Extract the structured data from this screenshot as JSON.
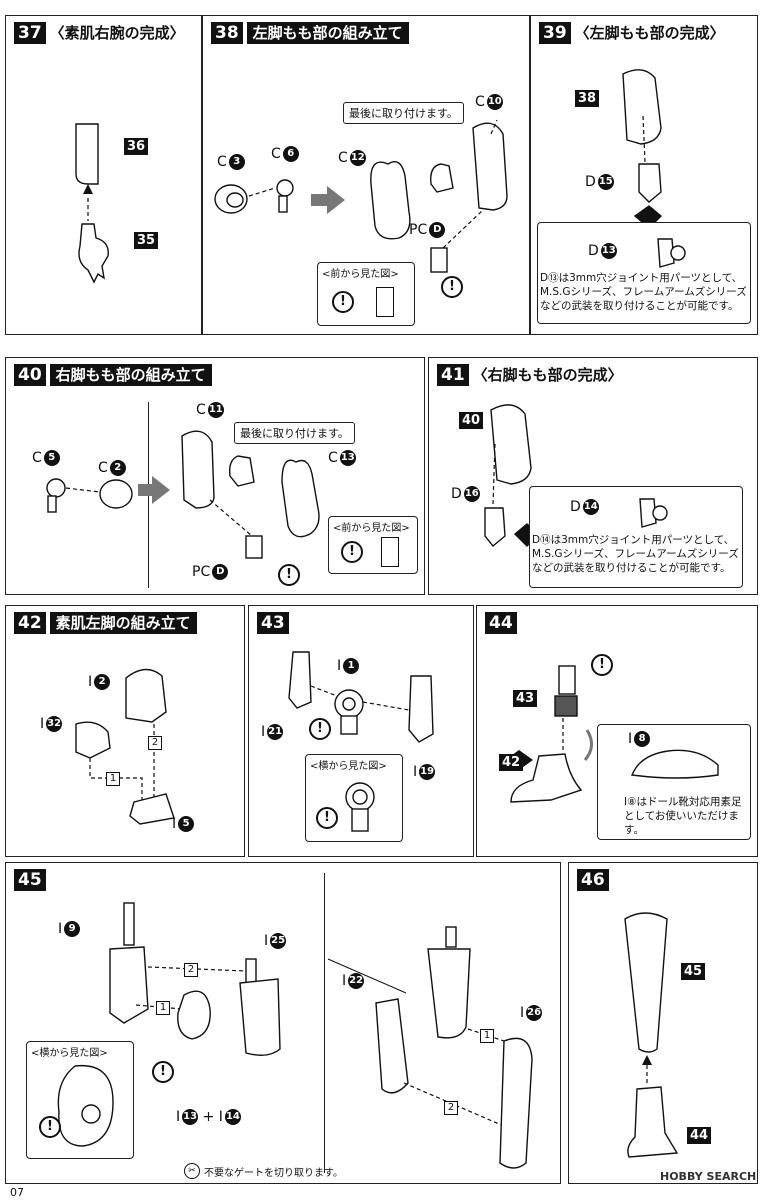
{
  "panels": {
    "p37": {
      "num": "37",
      "title": "〈素肌右腕の完成〉",
      "tags": [
        "36",
        "35"
      ]
    },
    "p38": {
      "num": "38",
      "title": "左脚もも部の組み立て",
      "callout": "最後に取り付けます。",
      "labels": {
        "c3": "C",
        "c3n": "3",
        "c6": "C",
        "c6n": "6",
        "c12": "C",
        "c12n": "12",
        "c10": "C",
        "c10n": "10",
        "pcd": "PC",
        "pcdn": "D"
      },
      "front_view": "<前から見た図>"
    },
    "p39": {
      "num": "39",
      "title": "〈左脚もも部の完成〉",
      "tag": "38",
      "d15": "D",
      "d15n": "15",
      "d13": "D",
      "d13n": "13",
      "note": [
        "D⑬は3mm穴ジョイント用パーツとして、",
        "M.S.Gシリーズ、フレームアームズシリーズ",
        "などの武装を取り付けることが可能です。"
      ]
    },
    "p40": {
      "num": "40",
      "title": "右脚もも部の組み立て",
      "callout": "最後に取り付けます。",
      "labels": {
        "c5": "C",
        "c5n": "5",
        "c2": "C",
        "c2n": "2",
        "c11": "C",
        "c11n": "11",
        "c13": "C",
        "c13n": "13",
        "pcd": "PC",
        "pcdn": "D"
      },
      "front_view": "<前から見た図>"
    },
    "p41": {
      "num": "41",
      "title": "〈右脚もも部の完成〉",
      "tag": "40",
      "d16": "D",
      "d16n": "16",
      "d14": "D",
      "d14n": "14",
      "note": [
        "D⑭は3mm穴ジョイント用パーツとして、",
        "M.S.Gシリーズ、フレームアームズシリーズ",
        "などの武装を取り付けることが可能です。"
      ]
    },
    "p42": {
      "num": "42",
      "title": "素肌左脚の組み立て",
      "i2": "I",
      "i2n": "2",
      "i32": "I",
      "i32n": "32",
      "i5": "I",
      "i5n": "5",
      "step1": "1",
      "step2": "2"
    },
    "p43": {
      "num": "43",
      "i1": "I",
      "i1n": "1",
      "i21": "I",
      "i21n": "21",
      "i19": "I",
      "i19n": "19",
      "side_view": "<横から見た図>"
    },
    "p44": {
      "num": "44",
      "tag43": "43",
      "tag42": "42",
      "i8": "I",
      "i8n": "8",
      "note": [
        "I⑧はドール靴対応用素足",
        "としてお使いいただけます。"
      ]
    },
    "p45": {
      "num": "45",
      "i9": "I",
      "i9n": "9",
      "i25": "I",
      "i25n": "25",
      "i22": "I",
      "i22n": "22",
      "i26": "I",
      "i26n": "26",
      "i13": "I",
      "i13n": "13",
      "plus": "+",
      "i14": "I",
      "i14n": "14",
      "side_view": "<横から見た図>",
      "step1": "1",
      "step2": "2",
      "gate_note": "不要なゲートを切り取ります。"
    },
    "p46": {
      "num": "46",
      "tag45": "45",
      "tag44": "44"
    }
  },
  "footer": {
    "page": "07",
    "watermark": "HOBBY SEARCH"
  }
}
